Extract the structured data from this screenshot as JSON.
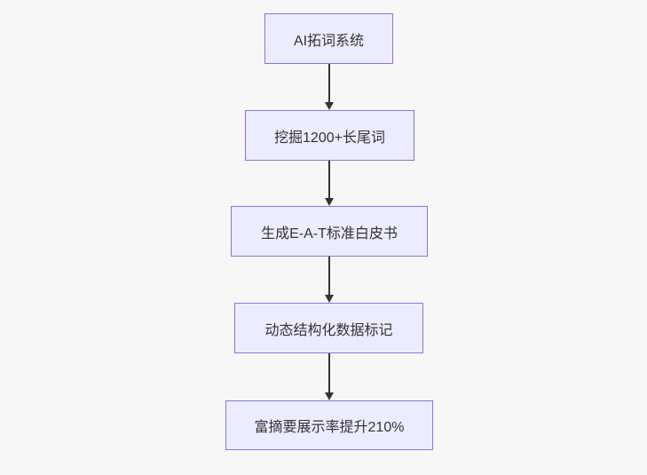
{
  "diagram": {
    "type": "flowchart",
    "direction": "top-down",
    "nodes": [
      {
        "id": "n1",
        "label": "AI拓词系统"
      },
      {
        "id": "n2",
        "label": "挖掘1200+长尾词"
      },
      {
        "id": "n3",
        "label": "生成E-A-T标准白皮书"
      },
      {
        "id": "n4",
        "label": "动态结构化数据标记"
      },
      {
        "id": "n5",
        "label": "富摘要展示率提升210%"
      }
    ],
    "edges": [
      {
        "from": "n1",
        "to": "n2"
      },
      {
        "from": "n2",
        "to": "n3"
      },
      {
        "from": "n3",
        "to": "n4"
      },
      {
        "from": "n4",
        "to": "n5"
      }
    ],
    "colors": {
      "node_fill": "#ECECFF",
      "node_border": "#9370DB",
      "arrow": "#333333",
      "text": "#333333",
      "background": "#f7f7f7"
    }
  }
}
